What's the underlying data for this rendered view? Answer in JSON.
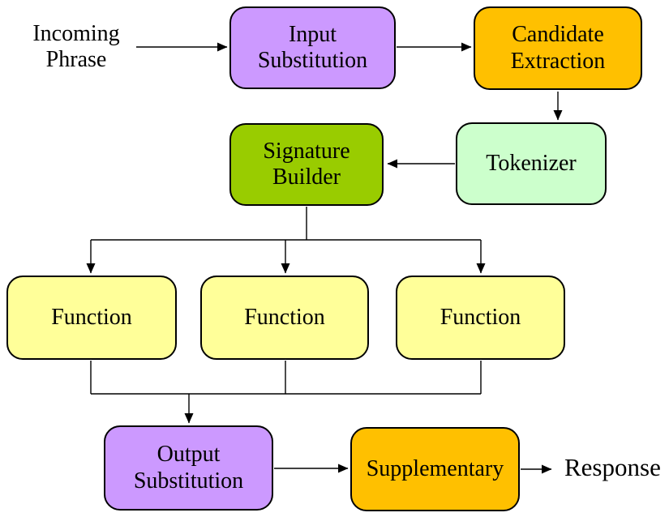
{
  "diagram": {
    "type": "flowchart",
    "free_labels": {
      "incoming_phrase": "Incoming\nPhrase",
      "response": "Response"
    },
    "nodes": {
      "input_substitution": {
        "label": "Input\nSubstitution",
        "fill": "#cc99ff"
      },
      "candidate_extraction": {
        "label": "Candidate\nExtraction",
        "fill": "#ffc000"
      },
      "signature_builder": {
        "label": "Signature\nBuilder",
        "fill": "#99cc00"
      },
      "tokenizer": {
        "label": "Tokenizer",
        "fill": "#ccffcc"
      },
      "function_1": {
        "label": "Function",
        "fill": "#ffff99"
      },
      "function_2": {
        "label": "Function",
        "fill": "#ffff99"
      },
      "function_3": {
        "label": "Function",
        "fill": "#ffff99"
      },
      "output_substitution": {
        "label": "Output\nSubstitution",
        "fill": "#cc99ff"
      },
      "supplementary": {
        "label": "Supplementary",
        "fill": "#ffc000"
      }
    },
    "edges": [
      {
        "from": "incoming_phrase",
        "to": "input_substitution"
      },
      {
        "from": "input_substitution",
        "to": "candidate_extraction"
      },
      {
        "from": "candidate_extraction",
        "to": "tokenizer"
      },
      {
        "from": "tokenizer",
        "to": "signature_builder"
      },
      {
        "from": "signature_builder",
        "to": "function_1"
      },
      {
        "from": "signature_builder",
        "to": "function_2"
      },
      {
        "from": "signature_builder",
        "to": "function_3"
      },
      {
        "from": "function_1",
        "to": "output_substitution"
      },
      {
        "from": "function_2",
        "to": "output_substitution"
      },
      {
        "from": "function_3",
        "to": "output_substitution"
      },
      {
        "from": "output_substitution",
        "to": "supplementary"
      },
      {
        "from": "supplementary",
        "to": "response"
      }
    ],
    "colors": {
      "line": "#000000",
      "text": "#000000",
      "background": "#ffffff"
    }
  }
}
